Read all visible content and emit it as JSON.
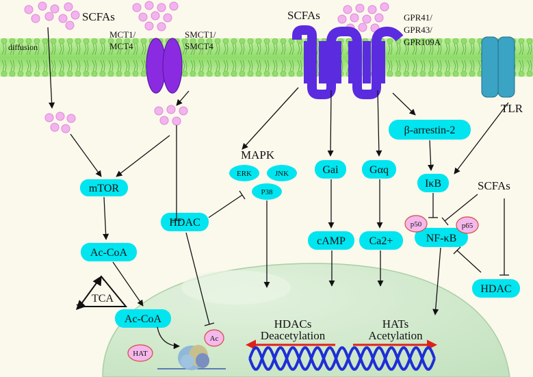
{
  "labels": {
    "scfa_top_left": "SCFAs",
    "diffusion": "diffusion",
    "mct": "MCT1/\nMCT4",
    "smct": "SMCT1/\nSMCT4",
    "scfa_top_mid": "SCFAs",
    "gpr": "GPR41/\nGPR43/\nGPR109A",
    "tlr": "TLR",
    "mapk": "MAPK",
    "erk": "ERK",
    "jnk": "JNK",
    "p38": "P38",
    "mtor": "mTOR",
    "hdac_left": "HDAC",
    "acoa_1": "Ac-CoA",
    "tca": "TCA",
    "acoa_2": "Ac-CoA",
    "ac": "Ac",
    "hat": "HAT",
    "gai": "Gai",
    "gaq": "Gαq",
    "camp": "cAMP",
    "ca": "Ca2+",
    "barrestin": "β-arrestin-2",
    "ikb": "IκB",
    "scfa_right": "SCFAs",
    "p50": "p50",
    "p65": "p65",
    "nfkb": "NF-κB",
    "hdac_right": "HDAC",
    "hdacs": "HDACs",
    "deacetylation": "Deacetylation",
    "hats": "HATs",
    "acetylation": "Acetylation"
  },
  "colors": {
    "cyan_node": "#00e5ef",
    "pink_dot": "#f3b3ef",
    "transporter": "#8a2be2",
    "receptor": "#5b2be0",
    "tlr": "#3ba3c4",
    "membrane": "#9ee27a",
    "nucleus": "#d3ead0",
    "red_arrow": "#e0201a",
    "dna": "#1d2fd6"
  }
}
